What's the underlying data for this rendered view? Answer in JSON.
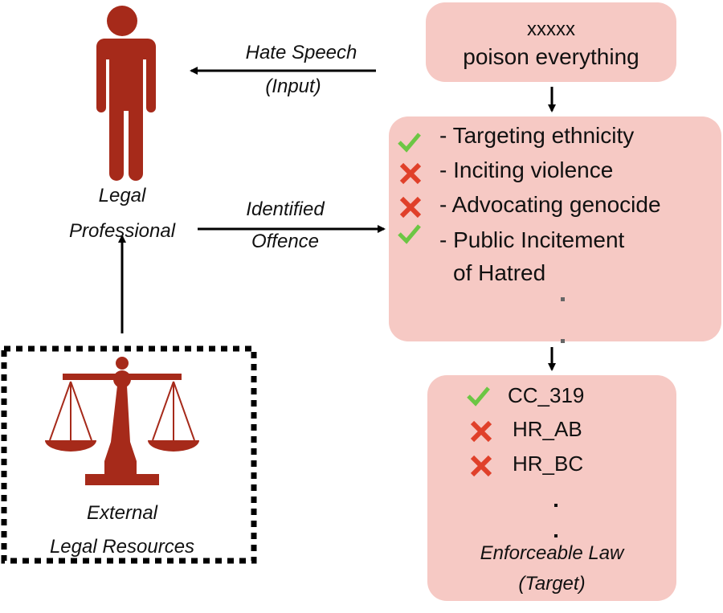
{
  "colors": {
    "figure": "#a62a1a",
    "box": "#f6c9c4",
    "check": "#6cc644",
    "cross": "#e0402a"
  },
  "left": {
    "person_label": [
      "Legal",
      "Professional"
    ],
    "resources_label": [
      "External",
      "Legal Resources"
    ]
  },
  "arrows": {
    "input_label": [
      "Hate Speech",
      "(Input)"
    ],
    "offence_label": [
      "Identified",
      "Offence"
    ]
  },
  "input_box": {
    "line1": "xxxxx",
    "line2": "poison everything"
  },
  "offence_box": {
    "items": [
      {
        "icon": "check-icon",
        "text": "- Targeting ethnicity"
      },
      {
        "icon": "cross-icon",
        "text": "- Inciting violence"
      },
      {
        "icon": "cross-icon",
        "text": "- Advocating genocide"
      },
      {
        "icon": "check-icon",
        "text": "- Public Incitement"
      }
    ],
    "continuation": "of Hatred"
  },
  "law_box": {
    "items": [
      {
        "icon": "check-icon",
        "text": "CC_319"
      },
      {
        "icon": "cross-icon",
        "text": "HR_AB"
      },
      {
        "icon": "cross-icon",
        "text": "HR_BC"
      }
    ],
    "label": [
      "Enforceable Law",
      "(Target)"
    ]
  }
}
